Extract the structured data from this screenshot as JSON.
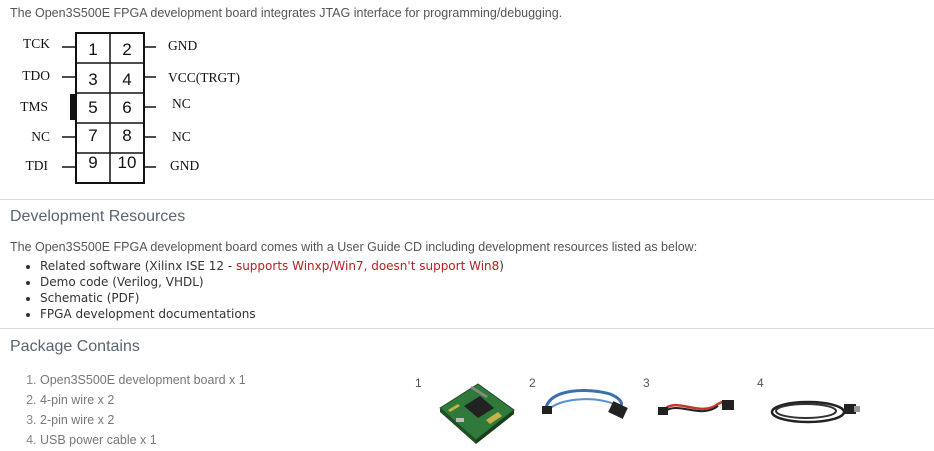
{
  "intro_text": "The Open3S500E FPGA development board integrates JTAG interface for programming/debugging.",
  "jtag": {
    "rows": [
      {
        "left": "TCK",
        "pin_left": "1",
        "pin_right": "2",
        "right": "GND"
      },
      {
        "left": "TDO",
        "pin_left": "3",
        "pin_right": "4",
        "right": "VCC(TRGT)"
      },
      {
        "left": "TMS",
        "pin_left": "5",
        "pin_right": "6",
        "right": "NC"
      },
      {
        "left": "NC",
        "pin_left": "7",
        "pin_right": "8",
        "right": "NC"
      },
      {
        "left": "TDI",
        "pin_left": "9",
        "pin_right": "10",
        "right": "GND"
      }
    ]
  },
  "dev_resources": {
    "title": "Development Resources",
    "intro": "The Open3S500E FPGA development board comes with a User Guide CD including development resources listed as below:",
    "items": [
      {
        "text": "Related software (Xilinx ISE 12 - ",
        "highlight": "supports Winxp/Win7, doesn't support Win8",
        "tail": ")"
      },
      {
        "text": "Demo code (Verilog, VHDL)"
      },
      {
        "text": "Schematic (PDF)"
      },
      {
        "text": "FPGA development documentations"
      }
    ]
  },
  "package": {
    "title": "Package Contains",
    "items": [
      "Open3S500E development board x 1",
      "4-pin wire x 2",
      "2-pin wire x 2",
      "USB power cable x 1"
    ],
    "image_numbers": [
      "1",
      "2",
      "3",
      "4"
    ]
  },
  "colors": {
    "highlight": "#b22222",
    "heading": "#5a6470",
    "rule": "#d8d8d8"
  }
}
